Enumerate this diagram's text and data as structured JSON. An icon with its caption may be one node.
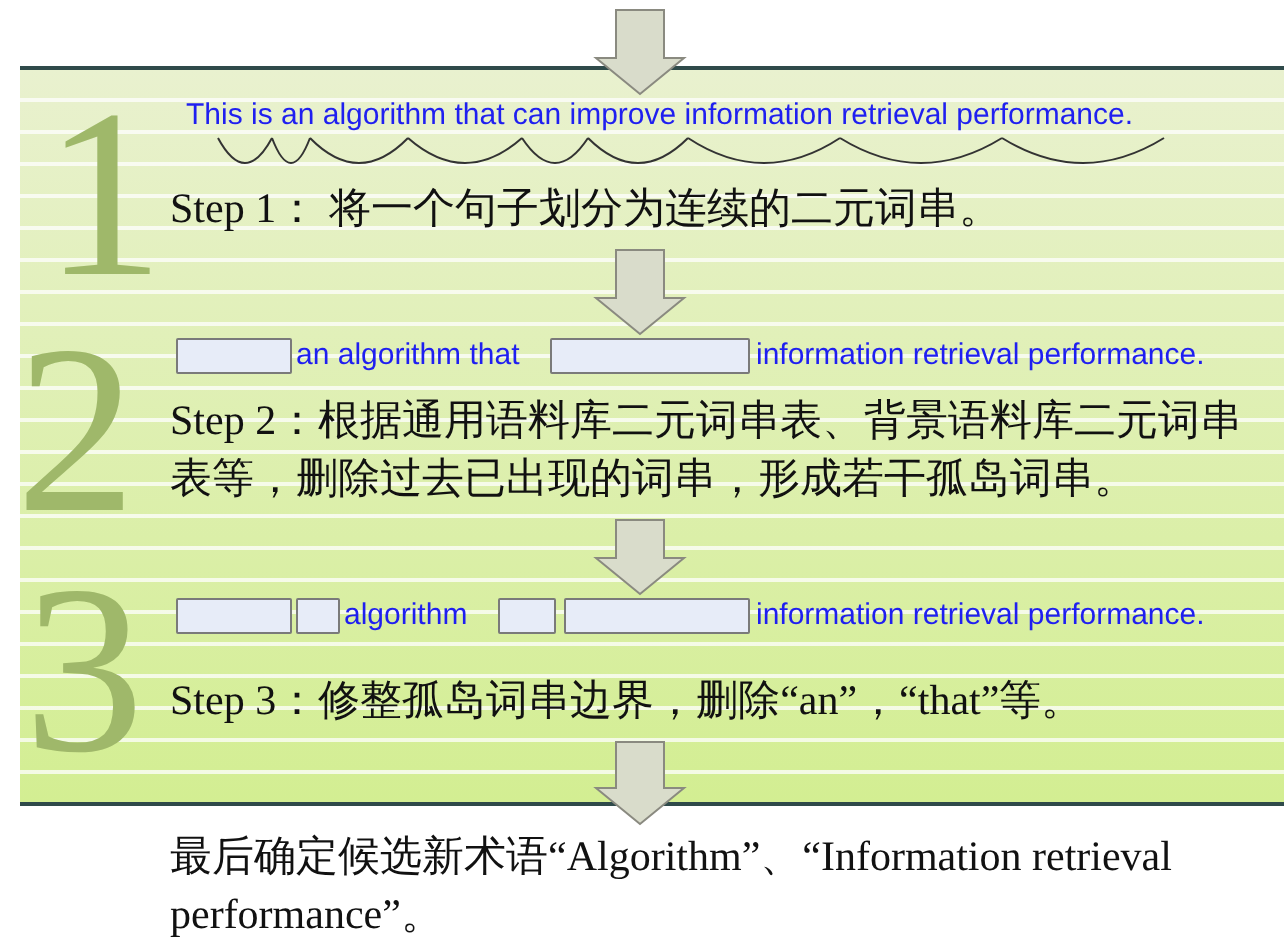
{
  "diagram": {
    "nodes": [
      {
        "text": [
          "This is an algorithm that can improve information retrieval performance."
        ]
      },
      {
        "text": [
          "Step 1： 将一个句子划分为连续的二元词串。"
        ]
      },
      {
        "text": [
          "an algorithm that",
          "information retrieval performance."
        ]
      },
      {
        "text": [
          "Step 2：根据通用语料库二元词串表、背景语料库二元词串表等，删除过去已出现的词串，形成若干孤岛词串。"
        ]
      },
      {
        "text": [
          "algorithm",
          "information retrieval performance."
        ]
      },
      {
        "text": [
          "Step 3：修整孤岛词串边界，删除“an”，“that”等。"
        ]
      },
      {
        "text": [
          "最后确定候选新术语“Algorithm”、“Information retrieval performance”。"
        ]
      }
    ],
    "edges": [
      {
        "from": null,
        "to": 0,
        "arrow": "to"
      },
      {
        "from": 1,
        "to": 2,
        "arrow": "to"
      },
      {
        "from": 3,
        "to": 4,
        "arrow": "to"
      },
      {
        "from": 5,
        "to": 6,
        "arrow": "to"
      }
    ],
    "labels": [
      "1",
      "2",
      "3"
    ]
  }
}
